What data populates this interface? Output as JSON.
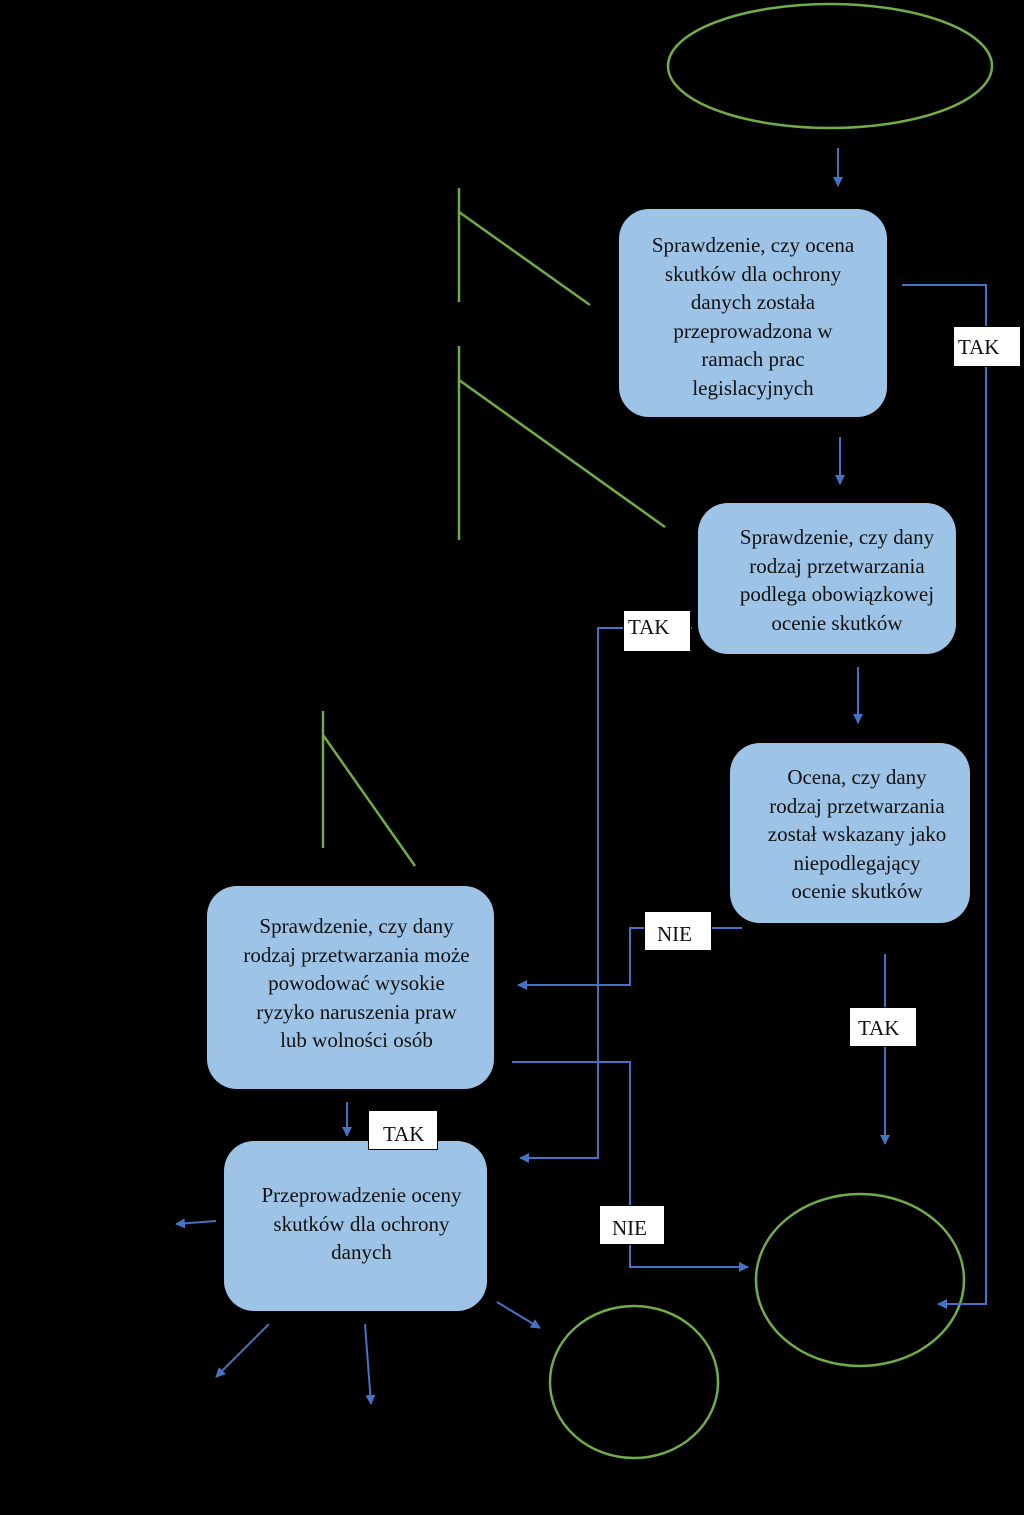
{
  "diagram": {
    "nodes": {
      "check_legislative": "Sprawdzenie, czy ocena\nskutków dla ochrony\ndanych została\nprzeprowadzona w\nramach prac\nlegislacyjnych",
      "check_mandatory": "Sprawdzenie, czy dany\nrodzaj przetwarzania\npodlega obowiązkowej\nocenie skutków",
      "assess_exempt": "Ocena, czy dany\nrodzaj przetwarzania\nzostał wskazany jako\nniepodlegający\nocenie skutków",
      "check_high_risk": "Sprawdzenie, czy dany\nrodzaj przetwarzania może\npowodować wysokie\nryzyko naruszenia praw\nlub wolności osób",
      "conduct_dpia": "Przeprowadzenie oceny\nskutków dla ochrony\ndanych"
    },
    "edge_labels": {
      "tak_right": "TAK",
      "tak_mandatory": "TAK",
      "nie_exempt": "NIE",
      "tak_exempt": "TAK",
      "tak_high_risk": "TAK",
      "nie_high_risk": "NIE"
    },
    "colors": {
      "node_fill": "#9dc3e6",
      "edge": "#4472c4",
      "terminal": "#70ad47",
      "background": "#000000"
    }
  }
}
